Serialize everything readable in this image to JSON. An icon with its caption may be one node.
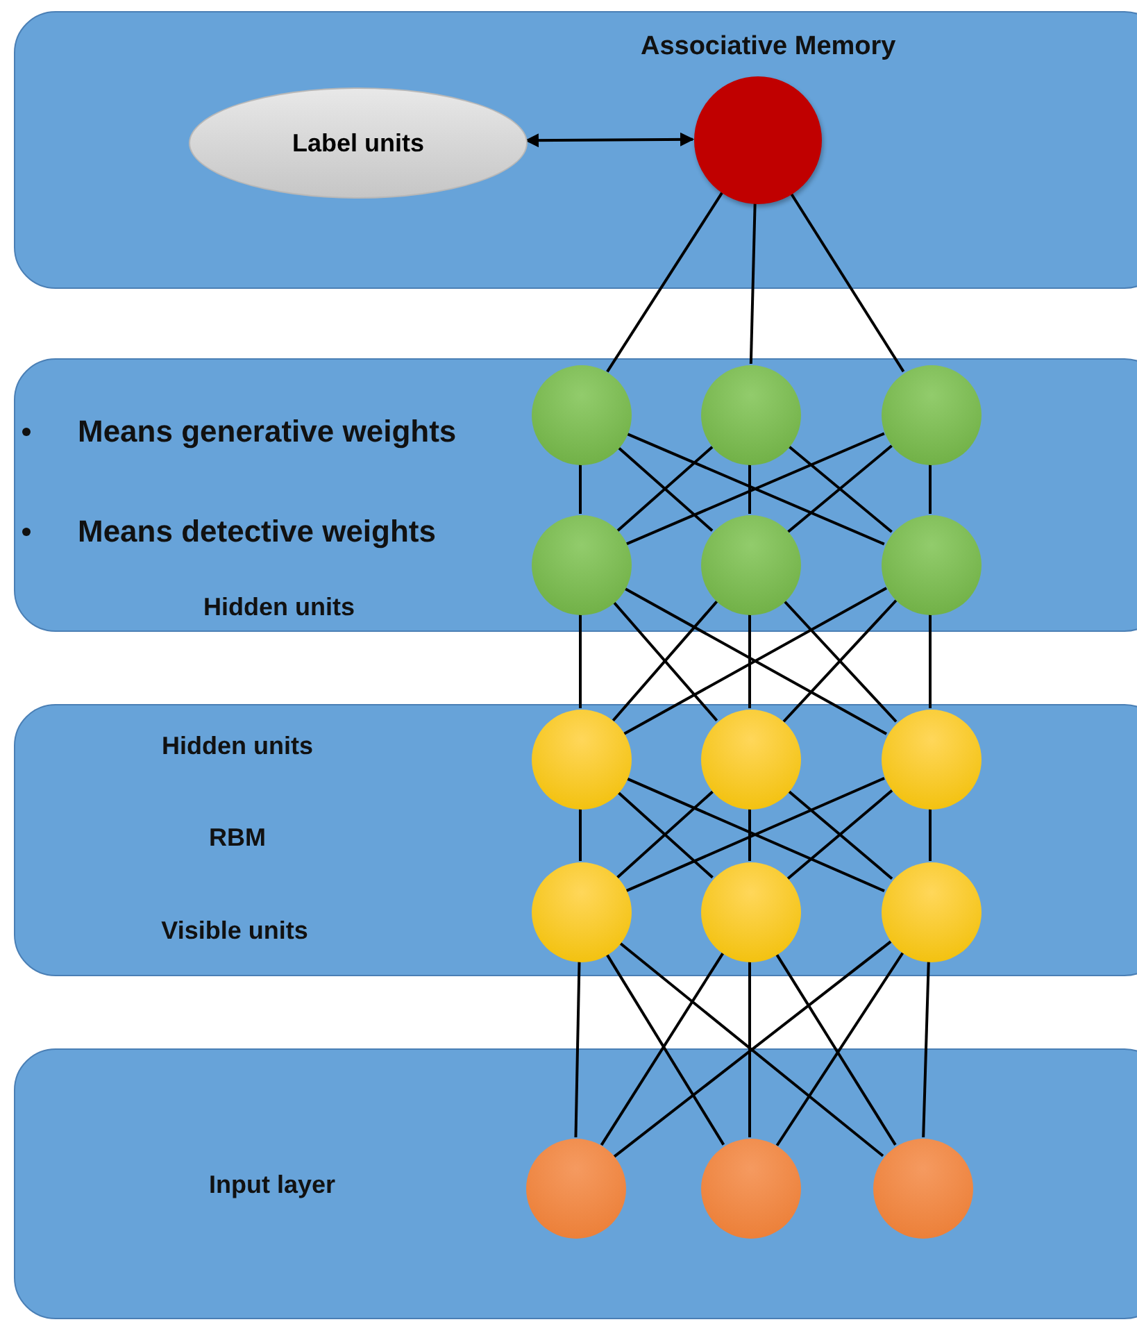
{
  "diagram": {
    "nodes": [
      {
        "text": [],
        "shape": "box"
      },
      {
        "text": [
          "Label units"
        ],
        "in": 0
      },
      {
        "text": [
          "Associative Memory"
        ],
        "in": 0
      },
      {
        "text": [
          "Means generative weights",
          "Means detective weights",
          "Hidden units"
        ]
      },
      {
        "text": [],
        "shape": "circle",
        "in": 3
      },
      {
        "text": [],
        "shape": "circle",
        "in": 3
      },
      {
        "text": [],
        "shape": "circle",
        "in": 3
      },
      {
        "text": [],
        "shape": "circle",
        "in": 3
      },
      {
        "text": [],
        "shape": "circle",
        "in": 3
      },
      {
        "text": [],
        "shape": "circle",
        "in": 3
      },
      {
        "text": [
          "Hidden units",
          "RBM",
          "Visible units"
        ]
      },
      {
        "text": [],
        "shape": "circle",
        "in": 10
      },
      {
        "text": [],
        "shape": "circle",
        "in": 10
      },
      {
        "text": [],
        "shape": "circle",
        "in": 10
      },
      {
        "text": [],
        "shape": "circle",
        "in": 10
      },
      {
        "text": [],
        "shape": "circle",
        "in": 10
      },
      {
        "text": [],
        "shape": "circle",
        "in": 10
      },
      {
        "text": [
          "Input layer"
        ]
      },
      {
        "text": [],
        "shape": "circle",
        "in": 17
      },
      {
        "text": [],
        "shape": "circle",
        "in": 17
      },
      {
        "text": [],
        "shape": "circle",
        "in": 17
      }
    ],
    "edges": [
      {
        "from": 1,
        "to": 2,
        "arrow": "both"
      },
      {
        "from": 2,
        "to": 4,
        "arrow": "none"
      },
      {
        "from": 2,
        "to": 5,
        "arrow": "none"
      },
      {
        "from": 2,
        "to": 6,
        "arrow": "none"
      },
      {
        "from": 4,
        "to": 7,
        "arrow": "none"
      },
      {
        "from": 4,
        "to": 8,
        "arrow": "none"
      },
      {
        "from": 4,
        "to": 9,
        "arrow": "none"
      },
      {
        "from": 5,
        "to": 7,
        "arrow": "none"
      },
      {
        "from": 5,
        "to": 8,
        "arrow": "none"
      },
      {
        "from": 5,
        "to": 9,
        "arrow": "none"
      },
      {
        "from": 6,
        "to": 7,
        "arrow": "none"
      },
      {
        "from": 6,
        "to": 8,
        "arrow": "none"
      },
      {
        "from": 6,
        "to": 9,
        "arrow": "none"
      },
      {
        "from": 7,
        "to": 11,
        "arrow": "none"
      },
      {
        "from": 7,
        "to": 12,
        "arrow": "none"
      },
      {
        "from": 7,
        "to": 13,
        "arrow": "none"
      },
      {
        "from": 8,
        "to": 11,
        "arrow": "none"
      },
      {
        "from": 8,
        "to": 12,
        "arrow": "none"
      },
      {
        "from": 8,
        "to": 13,
        "arrow": "none"
      },
      {
        "from": 9,
        "to": 11,
        "arrow": "none"
      },
      {
        "from": 9,
        "to": 12,
        "arrow": "none"
      },
      {
        "from": 9,
        "to": 13,
        "arrow": "none"
      },
      {
        "from": 11,
        "to": 14,
        "arrow": "none"
      },
      {
        "from": 11,
        "to": 15,
        "arrow": "none"
      },
      {
        "from": 11,
        "to": 16,
        "arrow": "none"
      },
      {
        "from": 12,
        "to": 14,
        "arrow": "none"
      },
      {
        "from": 12,
        "to": 15,
        "arrow": "none"
      },
      {
        "from": 12,
        "to": 16,
        "arrow": "none"
      },
      {
        "from": 13,
        "to": 14,
        "arrow": "none"
      },
      {
        "from": 13,
        "to": 15,
        "arrow": "none"
      },
      {
        "from": 13,
        "to": 16,
        "arrow": "none"
      },
      {
        "from": 14,
        "to": 18,
        "arrow": "none"
      },
      {
        "from": 14,
        "to": 19,
        "arrow": "none"
      },
      {
        "from": 14,
        "to": 20,
        "arrow": "none"
      },
      {
        "from": 15,
        "to": 18,
        "arrow": "none"
      },
      {
        "from": 15,
        "to": 19,
        "arrow": "none"
      },
      {
        "from": 15,
        "to": 20,
        "arrow": "none"
      },
      {
        "from": 16,
        "to": 18,
        "arrow": "none"
      },
      {
        "from": 16,
        "to": 19,
        "arrow": "none"
      },
      {
        "from": 16,
        "to": 20,
        "arrow": "none"
      }
    ]
  }
}
